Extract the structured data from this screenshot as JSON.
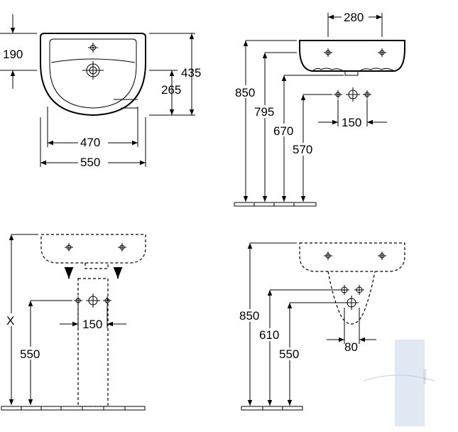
{
  "diagram": {
    "front_view": {
      "dims": {
        "d190": "190",
        "d435": "435",
        "d265": "265",
        "d470": "470",
        "d550": "550"
      }
    },
    "side_view": {
      "dims": {
        "d280": "280",
        "d850": "850",
        "d795": "795",
        "d670": "670",
        "d570": "570",
        "d150": "150"
      }
    },
    "pedestal_view": {
      "dims": {
        "dX": "X",
        "d550": "550",
        "d150": "150"
      }
    },
    "semi_pedestal_view": {
      "dims": {
        "d850": "850",
        "d610": "610",
        "d550": "550",
        "d80": "80"
      }
    }
  }
}
